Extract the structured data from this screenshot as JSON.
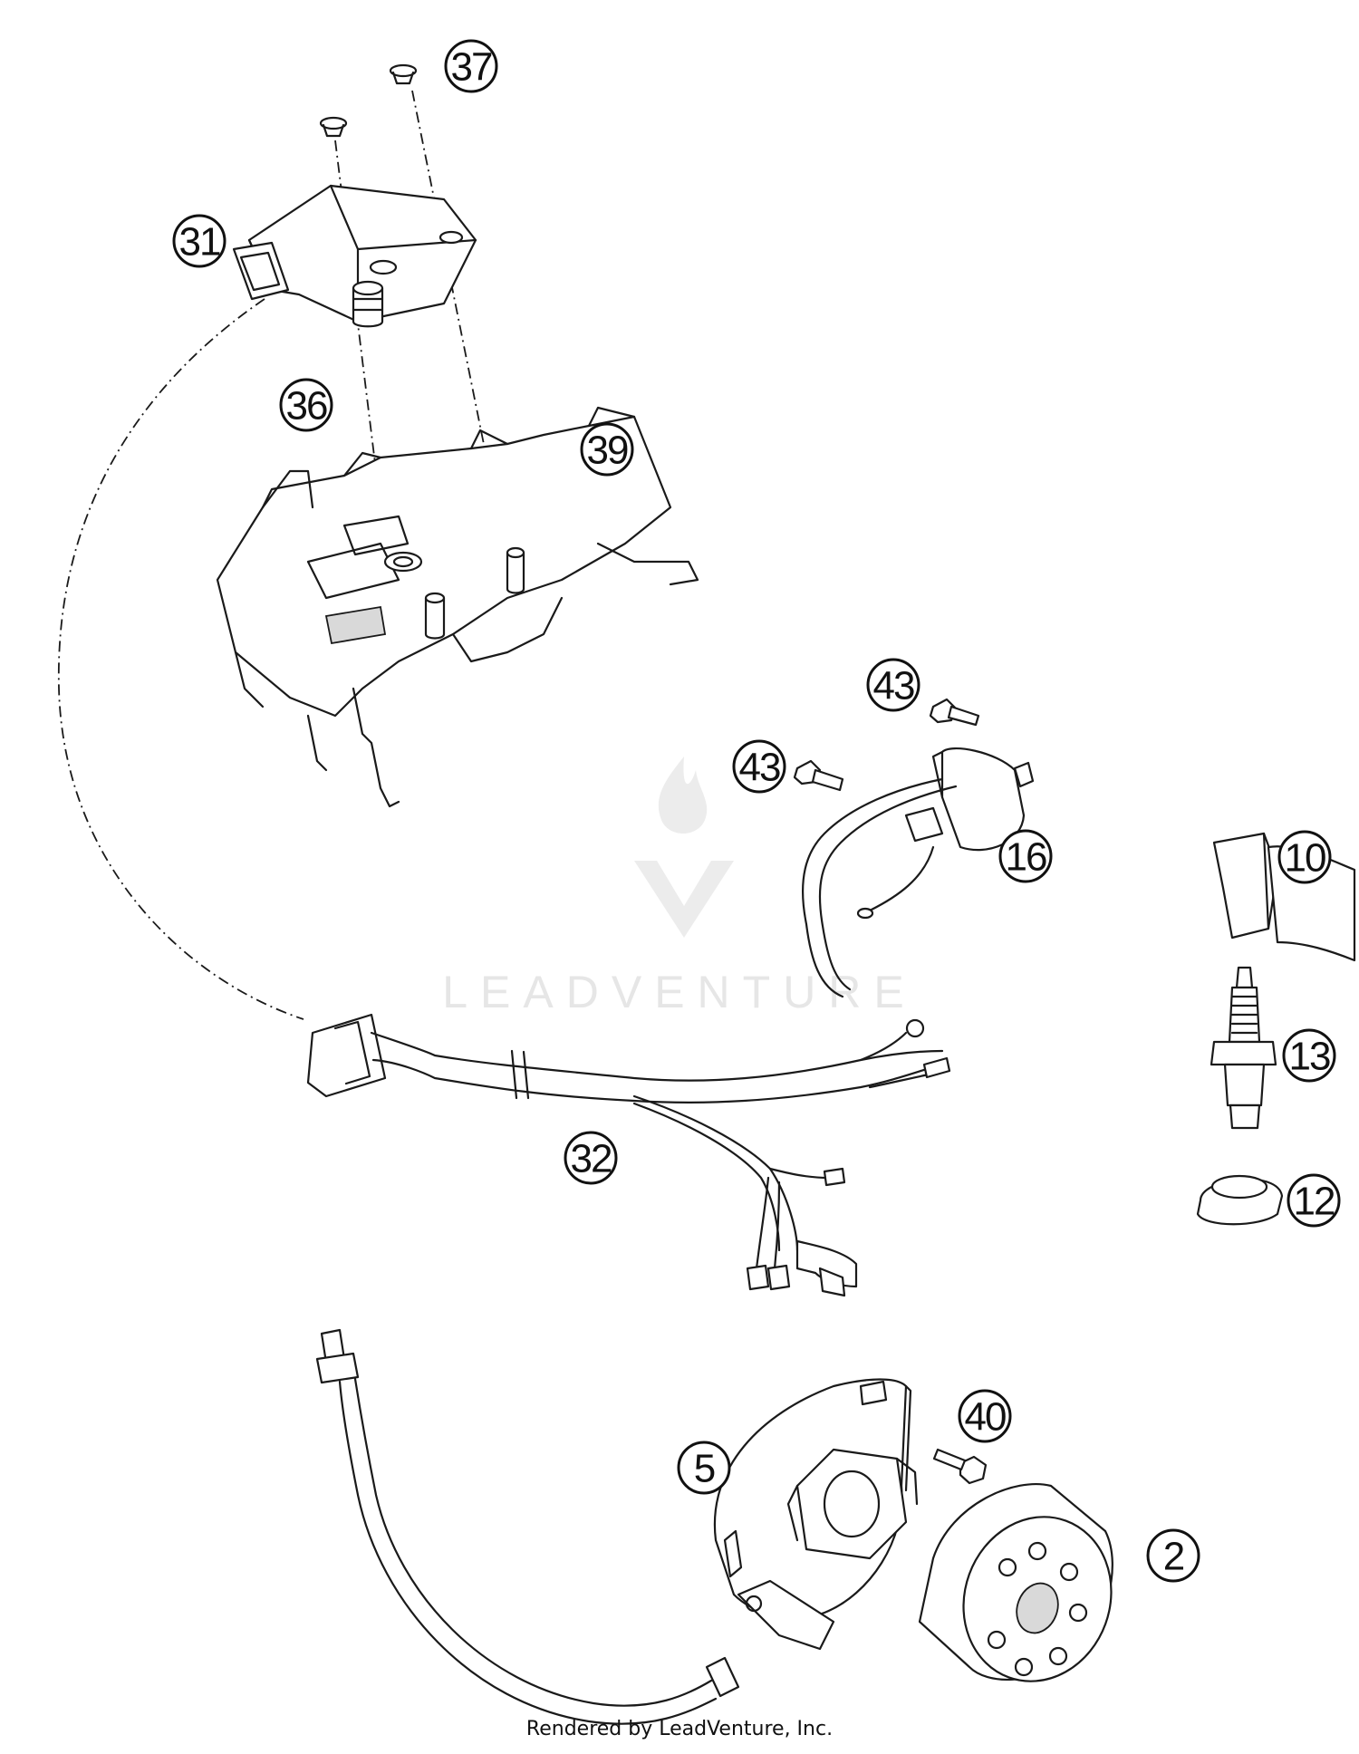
{
  "diagram": {
    "callouts": [
      "37",
      "31",
      "36",
      "39",
      "43",
      "43",
      "16",
      "10",
      "13",
      "12",
      "32",
      "5",
      "40",
      "2"
    ],
    "watermark_text": "LEADVENTURE",
    "footer_text": "Rendered by LeadVenture, Inc."
  }
}
